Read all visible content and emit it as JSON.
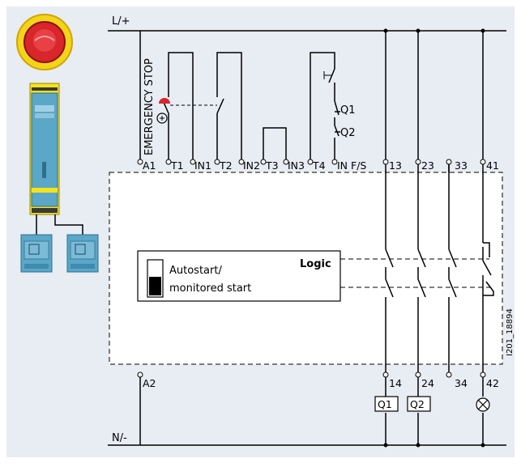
{
  "supply": {
    "positive": "L/+",
    "negative": "N/-"
  },
  "emergency_stop_label": "EMERGENCY STOP",
  "top_terminals": [
    "A1",
    "T1",
    "IN1",
    "T2",
    "IN2",
    "T3",
    "IN3",
    "T4",
    "IN F/S"
  ],
  "output_terminals_top": [
    "13",
    "23",
    "33",
    "41"
  ],
  "output_terminals_bottom": [
    "14",
    "24",
    "34",
    "42"
  ],
  "bottom_terminal": "A2",
  "feedback_contacts": [
    "Q1",
    "Q2"
  ],
  "contactor_labels": [
    "Q1",
    "Q2"
  ],
  "logic": {
    "title": "Logic",
    "switch_label_line1": "Autostart/",
    "switch_label_line2": "monitored start"
  },
  "figure_id": "I201_18894",
  "colors": {
    "panel_background": "#e8ecf3",
    "estop_red": "#d9262b",
    "estop_ring": "#f2d518",
    "relay_teal": "#5aa7c8",
    "relay_yellow": "#f4e21d"
  }
}
